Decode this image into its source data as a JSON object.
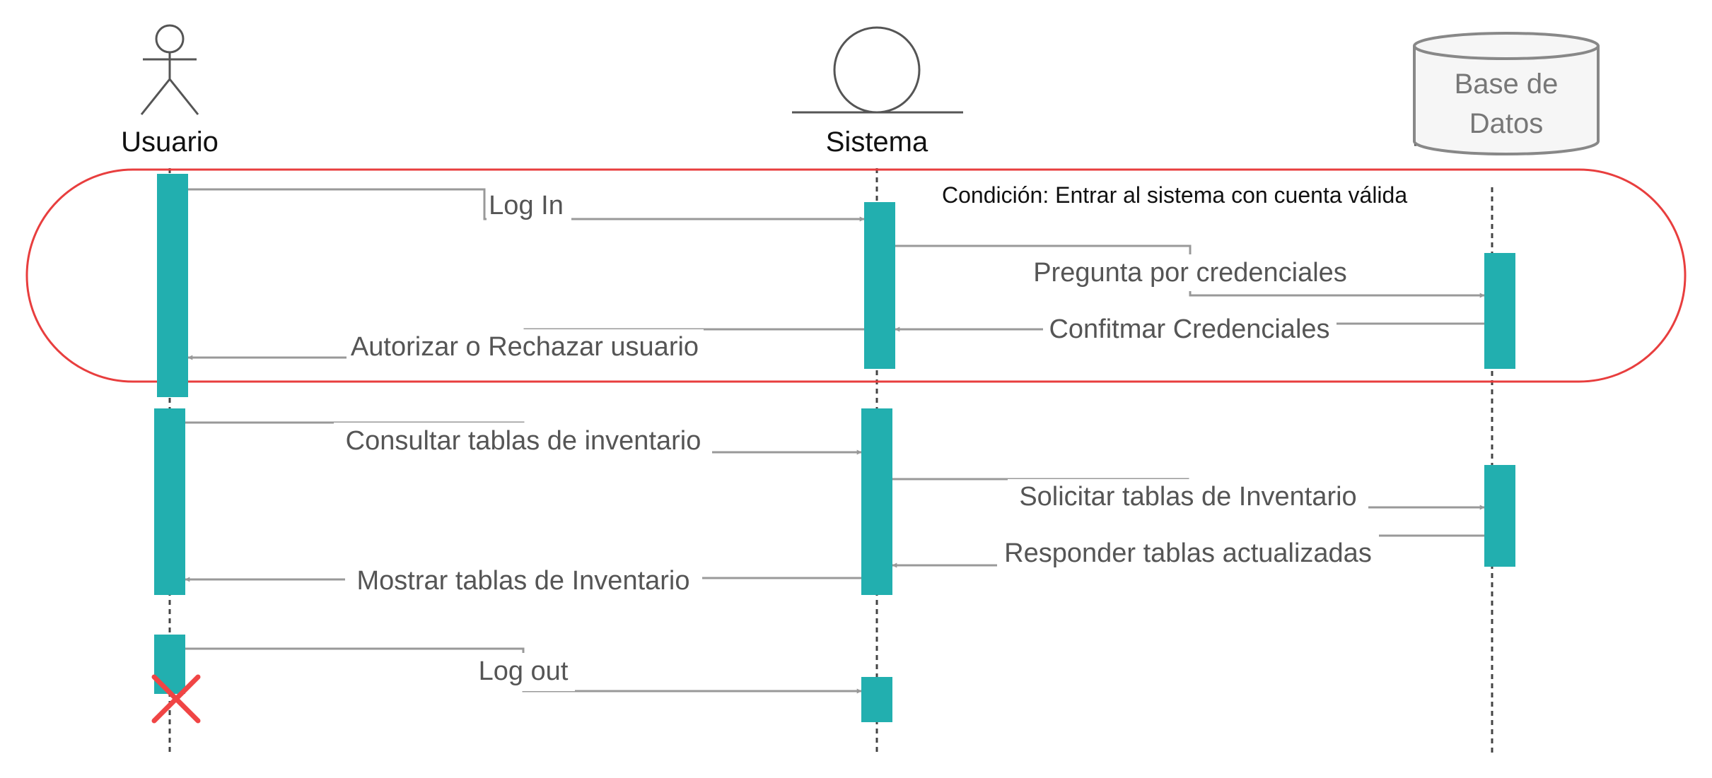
{
  "participants": {
    "user": {
      "label": "Usuario",
      "icon": "actor-stick-figure-icon"
    },
    "system": {
      "label": "Sistema",
      "icon": "control-circle-icon"
    },
    "db": {
      "label_line1": "Base de",
      "label_line2": "Datos",
      "icon": "database-cylinder-icon"
    }
  },
  "fragment": {
    "condition": "Condición: Entrar al sistema con cuenta válida",
    "border_color": "#E83E3E"
  },
  "messages": [
    {
      "id": "m1",
      "label": "Log In"
    },
    {
      "id": "m2",
      "label": "Pregunta por credenciales"
    },
    {
      "id": "m3",
      "label": "Confitmar Credenciales"
    },
    {
      "id": "m4",
      "label": "Autorizar o Rechazar usuario"
    },
    {
      "id": "m5",
      "label": "Consultar tablas de inventario"
    },
    {
      "id": "m6",
      "label": "Solicitar tablas de Inventario"
    },
    {
      "id": "m7",
      "label": "Responder tablas actualizadas"
    },
    {
      "id": "m8",
      "label": "Mostrar tablas de Inventario"
    },
    {
      "id": "m9",
      "label": "Log out"
    }
  ],
  "colors": {
    "activation": "#22AFAF",
    "arrow": "#999999",
    "destroy": "#F04545",
    "lifeline": "#444444"
  }
}
